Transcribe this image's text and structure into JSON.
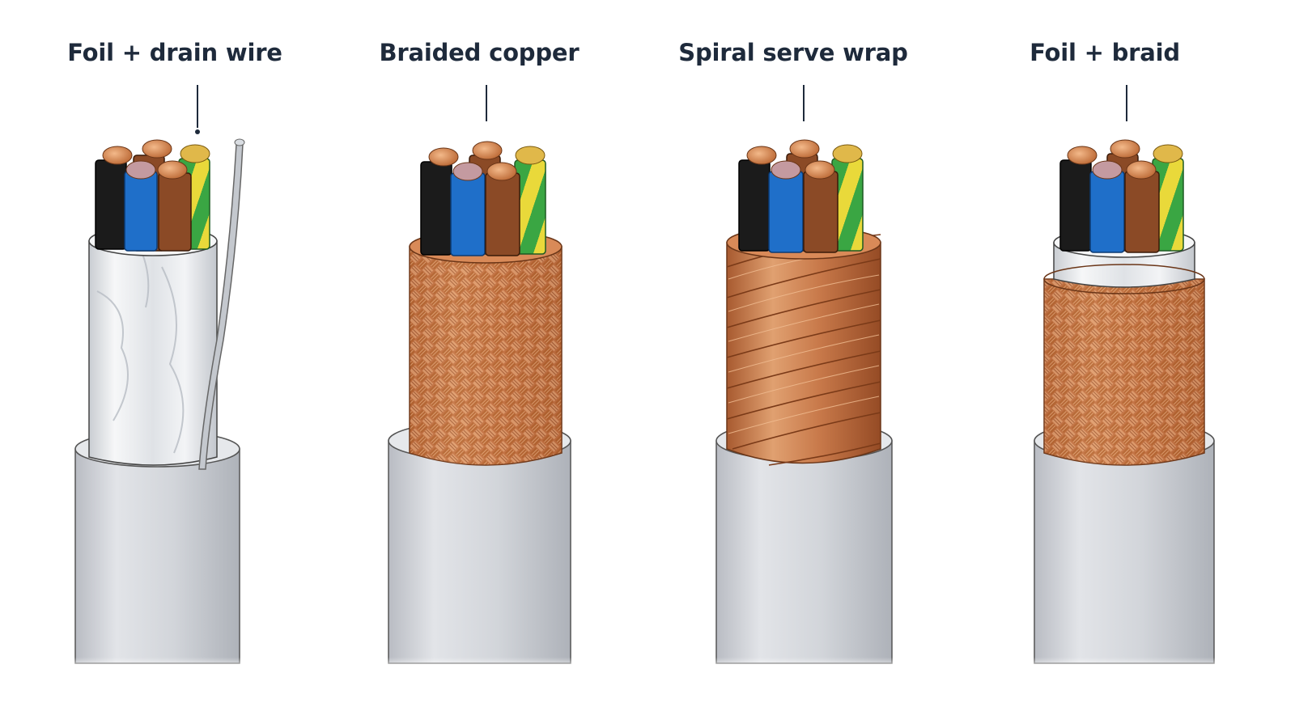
{
  "labels": [
    "Foil + drain wire",
    "Braided copper",
    "Spiral serve wrap",
    "Foil + braid"
  ],
  "colors": {
    "label_text": "#1e2a3b",
    "jacket": "#cfd2d8",
    "foil": "#e9ecef",
    "copper": "#c8794a",
    "copper_dark": "#8a4524",
    "insulation_black": "#1b1b1b",
    "insulation_blue": "#1f6fc9",
    "insulation_brown": "#8b4a26",
    "insulation_green_yellow": "#3aa643",
    "drain_wire": "#b9bdc3"
  },
  "cables": [
    {
      "shield": "foil",
      "has_drain_wire": true
    },
    {
      "shield": "braid",
      "has_drain_wire": false
    },
    {
      "shield": "spiral",
      "has_drain_wire": false
    },
    {
      "shield": "foil+braid",
      "has_drain_wire": false
    }
  ]
}
